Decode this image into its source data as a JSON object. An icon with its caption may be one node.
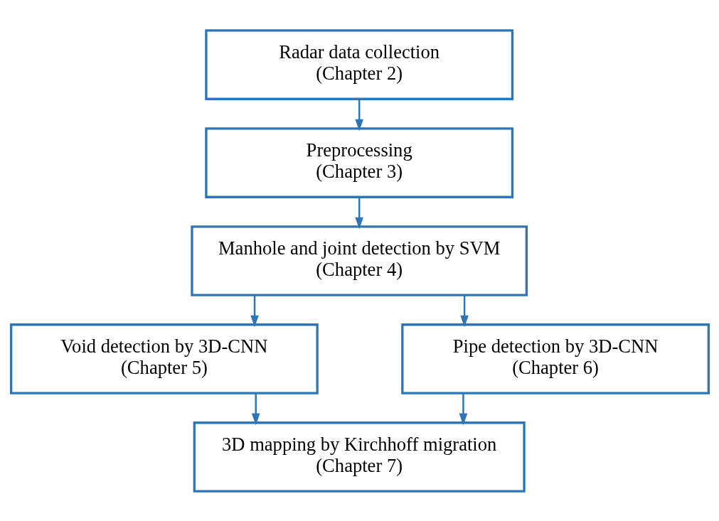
{
  "diagram": {
    "nodes": [
      {
        "text": [
          "Radar data collection",
          "(Chapter 2)"
        ]
      },
      {
        "text": [
          "Preprocessing",
          "(Chapter 3)"
        ]
      },
      {
        "text": [
          "Manhole and joint detection by SVM",
          "(Chapter 4)"
        ]
      },
      {
        "text": [
          "Void detection by 3D-CNN",
          "(Chapter 5)"
        ]
      },
      {
        "text": [
          "Pipe detection by 3D-CNN",
          "(Chapter 6)"
        ]
      },
      {
        "text": [
          "3D mapping by Kirchhoff migration",
          "(Chapter 7)"
        ]
      }
    ],
    "edges": [
      {
        "from": 0,
        "to": 1,
        "arrow": "to"
      },
      {
        "from": 1,
        "to": 2,
        "arrow": "to"
      },
      {
        "from": 2,
        "to": 3,
        "arrow": "to"
      },
      {
        "from": 2,
        "to": 4,
        "arrow": "to"
      },
      {
        "from": 3,
        "to": 5,
        "arrow": "to"
      },
      {
        "from": 4,
        "to": 5,
        "arrow": "to"
      }
    ]
  }
}
